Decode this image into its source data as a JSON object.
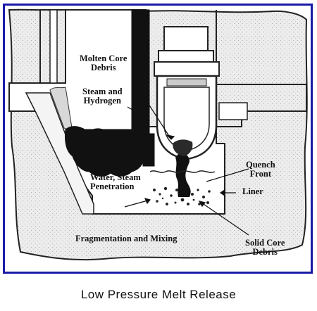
{
  "labels": {
    "molten_core_debris": "Molten Core\nDebris",
    "steam_and_hydrogen": "Steam and\nHydrogen",
    "water_steam_penetration": "Water, Steam\nPenetration",
    "quench_front": "Quench\nFront",
    "liner": "Liner",
    "fragmentation_and_mixing": "Fragmentation and Mixing",
    "solid_core_debris": "Solid Core\nDebris"
  },
  "caption": "Low Pressure Melt Release",
  "colors": {
    "frame_border": "#1a1aa8",
    "concrete_fill": "#e6e6e6",
    "debris_black": "#111111",
    "ink": "#111111"
  }
}
